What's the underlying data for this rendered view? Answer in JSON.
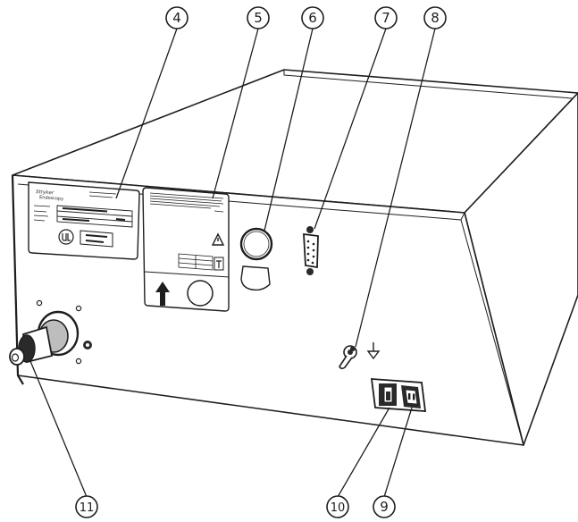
{
  "callouts": [
    {
      "id": "callout-4",
      "label": "4"
    },
    {
      "id": "callout-5",
      "label": "5"
    },
    {
      "id": "callout-6",
      "label": "6"
    },
    {
      "id": "callout-7",
      "label": "7"
    },
    {
      "id": "callout-8",
      "label": "8"
    },
    {
      "id": "callout-11",
      "label": "11"
    },
    {
      "id": "callout-10",
      "label": "10"
    },
    {
      "id": "callout-9",
      "label": "9"
    }
  ],
  "label_plate": {
    "brand_line1": "Stryker",
    "brand_line2": "Endoscopy"
  },
  "colors": {
    "ink": "#1e1e1e",
    "paper": "#ffffff",
    "shade": "#bdbdbd",
    "dark": "#2a2a2a"
  }
}
